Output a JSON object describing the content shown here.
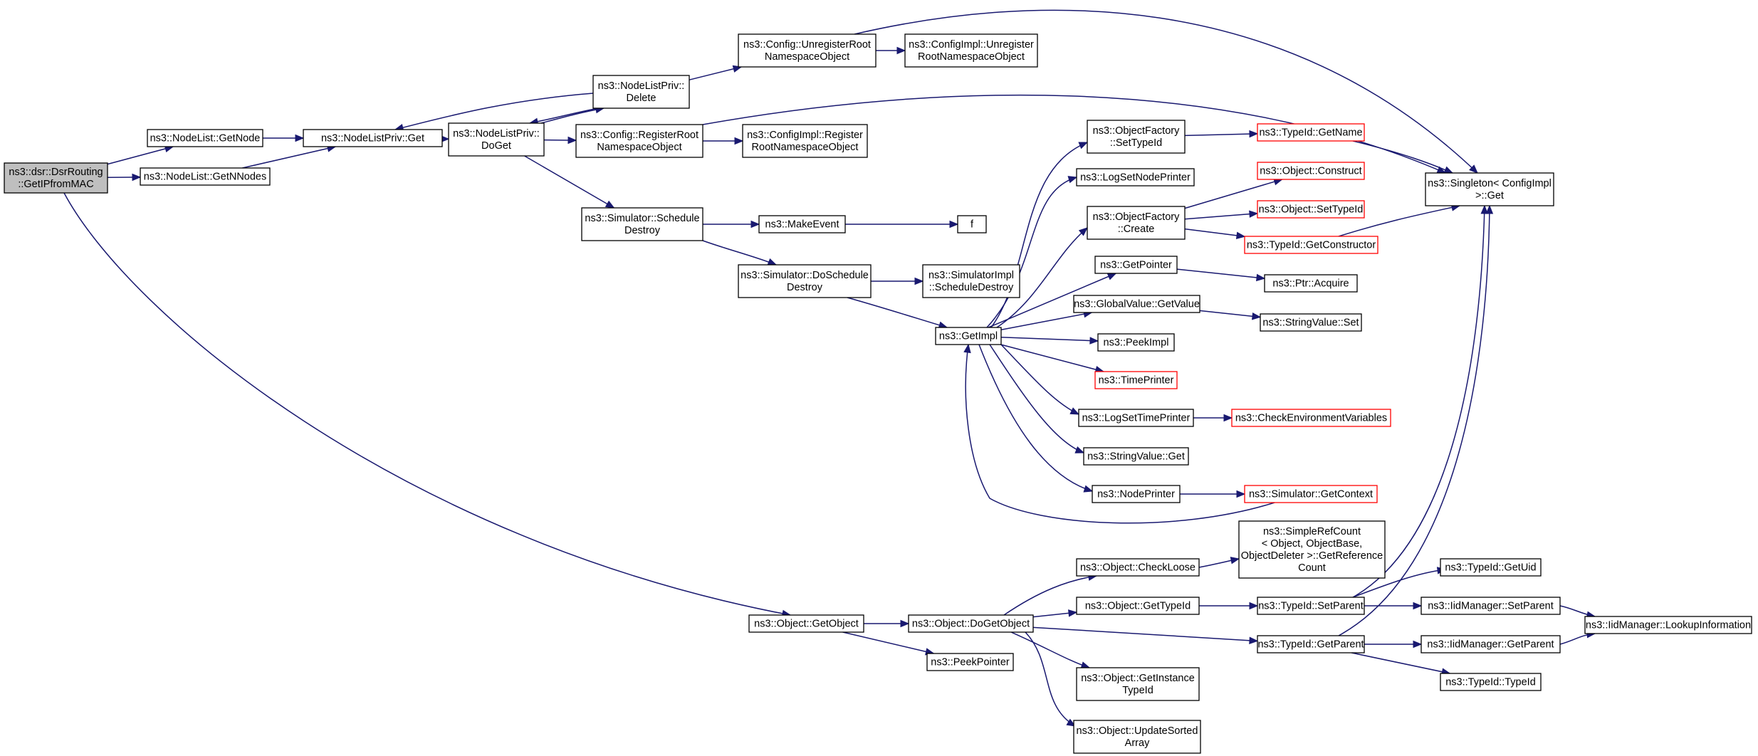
{
  "colors": {
    "edge": "#191970",
    "node_border": "#000000",
    "truncated_border": "#ff0000",
    "root_fill": "#bfbfbf",
    "background": "#ffffff"
  },
  "nodes": [
    {
      "id": "root",
      "lines": [
        "ns3::dsr::DsrRouting",
        "::GetIPfromMAC"
      ],
      "style": "root"
    },
    {
      "id": "nl_getnode",
      "lines": [
        "ns3::NodeList::GetNode"
      ],
      "style": "normal"
    },
    {
      "id": "nl_getnnodes",
      "lines": [
        "ns3::NodeList::GetNNodes"
      ],
      "style": "normal"
    },
    {
      "id": "nlp_get",
      "lines": [
        "ns3::NodeListPriv::Get"
      ],
      "style": "normal"
    },
    {
      "id": "nlp_doget",
      "lines": [
        "ns3::NodeListPriv::",
        "DoGet"
      ],
      "style": "normal"
    },
    {
      "id": "nlp_delete",
      "lines": [
        "ns3::NodeListPriv::",
        "Delete"
      ],
      "style": "normal"
    },
    {
      "id": "cfg_unreg",
      "lines": [
        "ns3::Config::UnregisterRoot",
        "NamespaceObject"
      ],
      "style": "normal"
    },
    {
      "id": "cfgimpl_unreg",
      "lines": [
        "ns3::ConfigImpl::Unregister",
        "RootNamespaceObject"
      ],
      "style": "normal"
    },
    {
      "id": "cfg_reg",
      "lines": [
        "ns3::Config::RegisterRoot",
        "NamespaceObject"
      ],
      "style": "normal"
    },
    {
      "id": "cfgimpl_reg",
      "lines": [
        "ns3::ConfigImpl::Register",
        "RootNamespaceObject"
      ],
      "style": "normal"
    },
    {
      "id": "sim_sched",
      "lines": [
        "ns3::Simulator::Schedule",
        "Destroy"
      ],
      "style": "normal"
    },
    {
      "id": "makeevent",
      "lines": [
        "ns3::MakeEvent"
      ],
      "style": "normal"
    },
    {
      "id": "f",
      "lines": [
        "f"
      ],
      "style": "normal"
    },
    {
      "id": "sim_dosched",
      "lines": [
        "ns3::Simulator::DoSchedule",
        "Destroy"
      ],
      "style": "normal"
    },
    {
      "id": "simimpl_sched",
      "lines": [
        "ns3::SimulatorImpl",
        "::ScheduleDestroy"
      ],
      "style": "normal"
    },
    {
      "id": "getimpl",
      "lines": [
        "ns3::GetImpl"
      ],
      "style": "normal"
    },
    {
      "id": "of_settypeid",
      "lines": [
        "ns3::ObjectFactory",
        "::SetTypeId"
      ],
      "style": "normal"
    },
    {
      "id": "logsetnodeprinter",
      "lines": [
        "ns3::LogSetNodePrinter"
      ],
      "style": "normal"
    },
    {
      "id": "of_create",
      "lines": [
        "ns3::ObjectFactory",
        "::Create"
      ],
      "style": "normal"
    },
    {
      "id": "getpointer",
      "lines": [
        "ns3::GetPointer"
      ],
      "style": "normal"
    },
    {
      "id": "gv_getvalue",
      "lines": [
        "ns3::GlobalValue::GetValue"
      ],
      "style": "normal"
    },
    {
      "id": "peekimpl",
      "lines": [
        "ns3::PeekImpl"
      ],
      "style": "normal"
    },
    {
      "id": "timeprinter",
      "lines": [
        "ns3::TimePrinter"
      ],
      "style": "truncated"
    },
    {
      "id": "logsettimeprinter",
      "lines": [
        "ns3::LogSetTimePrinter"
      ],
      "style": "normal"
    },
    {
      "id": "sv_get",
      "lines": [
        "ns3::StringValue::Get"
      ],
      "style": "normal"
    },
    {
      "id": "nodeprinter",
      "lines": [
        "ns3::NodePrinter"
      ],
      "style": "normal"
    },
    {
      "id": "typeid_getname",
      "lines": [
        "ns3::TypeId::GetName"
      ],
      "style": "truncated"
    },
    {
      "id": "obj_construct",
      "lines": [
        "ns3::Object::Construct"
      ],
      "style": "truncated"
    },
    {
      "id": "obj_settypeid",
      "lines": [
        "ns3::Object::SetTypeId"
      ],
      "style": "truncated"
    },
    {
      "id": "typeid_getctor",
      "lines": [
        "ns3::TypeId::GetConstructor"
      ],
      "style": "truncated"
    },
    {
      "id": "ptr_acquire",
      "lines": [
        "ns3::Ptr::Acquire"
      ],
      "style": "normal"
    },
    {
      "id": "sv_set",
      "lines": [
        "ns3::StringValue::Set"
      ],
      "style": "normal"
    },
    {
      "id": "checkenv",
      "lines": [
        "ns3::CheckEnvironmentVariables"
      ],
      "style": "truncated"
    },
    {
      "id": "sim_getcontext",
      "lines": [
        "ns3::Simulator::GetContext"
      ],
      "style": "truncated"
    },
    {
      "id": "singleton_get",
      "lines": [
        "ns3::Singleton< ConfigImpl",
        " >::Get"
      ],
      "style": "normal"
    },
    {
      "id": "obj_getobject",
      "lines": [
        "ns3::Object::GetObject"
      ],
      "style": "normal"
    },
    {
      "id": "obj_dogetobject",
      "lines": [
        "ns3::Object::DoGetObject"
      ],
      "style": "normal"
    },
    {
      "id": "peekpointer",
      "lines": [
        "ns3::PeekPointer"
      ],
      "style": "normal"
    },
    {
      "id": "obj_checkloose",
      "lines": [
        "ns3::Object::CheckLoose"
      ],
      "style": "normal"
    },
    {
      "id": "simplerefcount",
      "lines": [
        "ns3::SimpleRefCount",
        "< Object, ObjectBase,",
        " ObjectDeleter >::GetReference",
        "Count"
      ],
      "style": "normal"
    },
    {
      "id": "obj_gettypeid",
      "lines": [
        "ns3::Object::GetTypeId"
      ],
      "style": "normal"
    },
    {
      "id": "typeid_setparent",
      "lines": [
        "ns3::TypeId::SetParent"
      ],
      "style": "normal"
    },
    {
      "id": "typeid_getparent",
      "lines": [
        "ns3::TypeId::GetParent"
      ],
      "style": "normal"
    },
    {
      "id": "obj_getinstancetypeid",
      "lines": [
        "ns3::Object::GetInstance",
        "TypeId"
      ],
      "style": "normal"
    },
    {
      "id": "obj_updatesorted",
      "lines": [
        "ns3::Object::UpdateSorted",
        "Array"
      ],
      "style": "normal"
    },
    {
      "id": "typeid_getuid",
      "lines": [
        "ns3::TypeId::GetUid"
      ],
      "style": "normal"
    },
    {
      "id": "iid_setparent",
      "lines": [
        "ns3::IidManager::SetParent"
      ],
      "style": "normal"
    },
    {
      "id": "iid_getparent",
      "lines": [
        "ns3::IidManager::GetParent"
      ],
      "style": "normal"
    },
    {
      "id": "typeid_typeid",
      "lines": [
        "ns3::TypeId::TypeId"
      ],
      "style": "normal"
    },
    {
      "id": "iid_lookup",
      "lines": [
        "ns3::IidManager::LookupInformation"
      ],
      "style": "normal"
    }
  ],
  "edges": [
    [
      "root",
      "nl_getnode"
    ],
    [
      "root",
      "nl_getnnodes"
    ],
    [
      "root",
      "obj_getobject"
    ],
    [
      "nl_getnode",
      "nlp_get"
    ],
    [
      "nl_getnnodes",
      "nlp_get"
    ],
    [
      "nlp_get",
      "nlp_doget"
    ],
    [
      "nlp_doget",
      "nlp_delete"
    ],
    [
      "nlp_doget",
      "cfg_reg"
    ],
    [
      "nlp_doget",
      "sim_sched"
    ],
    [
      "nlp_delete",
      "nlp_get"
    ],
    [
      "nlp_delete",
      "nlp_doget"
    ],
    [
      "nlp_delete",
      "cfg_unreg"
    ],
    [
      "cfg_unreg",
      "cfgimpl_unreg"
    ],
    [
      "cfg_unreg",
      "singleton_get"
    ],
    [
      "cfg_reg",
      "cfgimpl_reg"
    ],
    [
      "cfg_reg",
      "singleton_get"
    ],
    [
      "sim_sched",
      "makeevent"
    ],
    [
      "sim_sched",
      "sim_dosched"
    ],
    [
      "makeevent",
      "f"
    ],
    [
      "sim_dosched",
      "simimpl_sched"
    ],
    [
      "sim_dosched",
      "getimpl"
    ],
    [
      "getimpl",
      "of_settypeid"
    ],
    [
      "getimpl",
      "logsetnodeprinter"
    ],
    [
      "getimpl",
      "of_create"
    ],
    [
      "getimpl",
      "getpointer"
    ],
    [
      "getimpl",
      "gv_getvalue"
    ],
    [
      "getimpl",
      "peekimpl"
    ],
    [
      "getimpl",
      "timeprinter"
    ],
    [
      "getimpl",
      "logsettimeprinter"
    ],
    [
      "getimpl",
      "sv_get"
    ],
    [
      "getimpl",
      "nodeprinter"
    ],
    [
      "of_settypeid",
      "typeid_getname"
    ],
    [
      "typeid_getname",
      "singleton_get"
    ],
    [
      "of_create",
      "obj_construct"
    ],
    [
      "of_create",
      "obj_settypeid"
    ],
    [
      "of_create",
      "typeid_getctor"
    ],
    [
      "typeid_getctor",
      "singleton_get"
    ],
    [
      "getpointer",
      "ptr_acquire"
    ],
    [
      "gv_getvalue",
      "sv_set"
    ],
    [
      "logsettimeprinter",
      "checkenv"
    ],
    [
      "nodeprinter",
      "sim_getcontext"
    ],
    [
      "sim_getcontext",
      "getimpl"
    ],
    [
      "obj_getobject",
      "obj_dogetobject"
    ],
    [
      "obj_getobject",
      "peekpointer"
    ],
    [
      "obj_dogetobject",
      "obj_checkloose"
    ],
    [
      "obj_dogetobject",
      "obj_gettypeid"
    ],
    [
      "obj_dogetobject",
      "typeid_getparent"
    ],
    [
      "obj_dogetobject",
      "obj_getinstancetypeid"
    ],
    [
      "obj_dogetobject",
      "obj_updatesorted"
    ],
    [
      "obj_checkloose",
      "simplerefcount"
    ],
    [
      "obj_gettypeid",
      "typeid_setparent"
    ],
    [
      "typeid_setparent",
      "typeid_getuid"
    ],
    [
      "typeid_setparent",
      "iid_setparent"
    ],
    [
      "typeid_setparent",
      "singleton_get"
    ],
    [
      "typeid_getparent",
      "iid_getparent"
    ],
    [
      "typeid_getparent",
      "typeid_typeid"
    ],
    [
      "typeid_getparent",
      "singleton_get"
    ],
    [
      "iid_setparent",
      "iid_lookup"
    ],
    [
      "iid_getparent",
      "iid_lookup"
    ]
  ]
}
